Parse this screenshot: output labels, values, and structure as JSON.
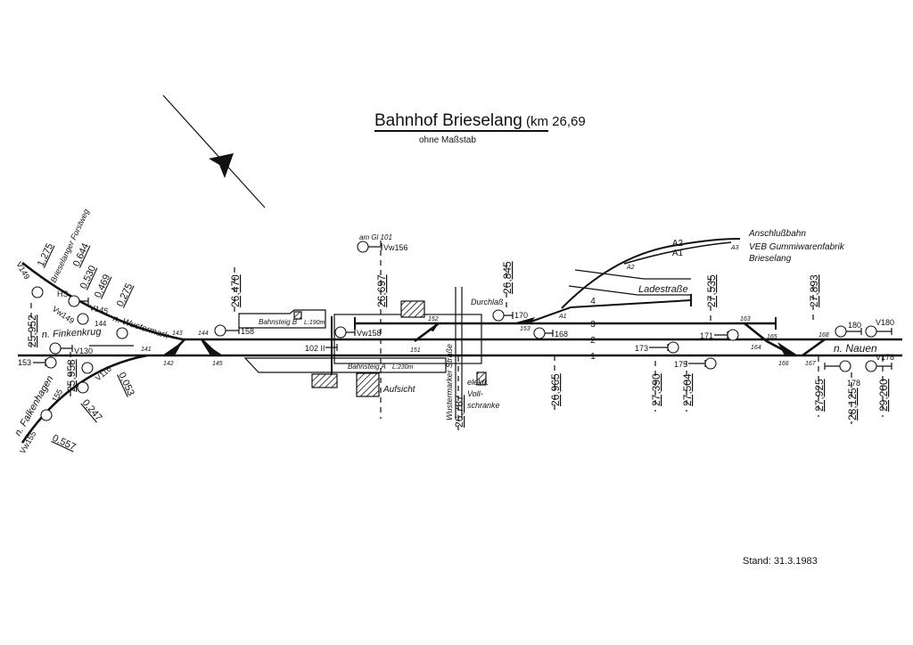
{
  "title": {
    "main": "Bahnhof Brieselang",
    "km": "(km 26,69",
    "subtitle": "ohne Maßstab",
    "stand": "Stand: 31.3.1983"
  },
  "directions": {
    "wustermark": "n. Wustermark",
    "finkenkrug": "n. Finkenkrug",
    "falkenhagen": "n. Falkenhagen",
    "nauen": "n. Nauen",
    "forstweg": "Brieselanger Forstweg"
  },
  "places": {
    "bahnsteig_b": "Bahnsteig B",
    "length_b": "L:190m",
    "bahnsteig_a": "Bahnsteig A",
    "length_a": "L:230m",
    "aufsicht": "Aufsicht",
    "strasse": "Wustermarker Straße",
    "durchlass": "Durchlaß",
    "schranke1": "elektr.",
    "schranke2": "Voll-",
    "schranke3": "schranke",
    "ladestrasse": "Ladestraße",
    "anschluss1": "Anschlußbahn",
    "anschluss2": "VEB Gummiwarenfabrik",
    "anschluss3": "Brieselang",
    "am_gleis": "am Gl 101"
  },
  "tracks": [
    "1",
    "2",
    "3",
    "4",
    "A1",
    "A2"
  ],
  "km_markers": [
    "25,952",
    "25,958",
    "26,470",
    "26,697",
    "26,845",
    "26,787",
    "26,965",
    "27,390",
    "27,504",
    "27,535",
    "27,893",
    "27,925",
    "28,125",
    "29,200"
  ],
  "branch_km": [
    "1,275",
    "0,644",
    "0,530",
    "0,469",
    "0,275",
    "0,053",
    "0,247",
    "0,557"
  ],
  "signals": [
    "V149",
    "HS",
    "V145",
    "Vw149",
    "144",
    "V130",
    "153",
    "V116",
    "155",
    "Vw155",
    "158",
    "Vw158",
    "Vw156",
    "102 II",
    "170",
    "168",
    "171",
    "173",
    "175",
    "180",
    "V180",
    "178",
    "V178"
  ],
  "switches": [
    "141",
    "142",
    "143",
    "144",
    "145",
    "151",
    "152",
    "153",
    "163",
    "164",
    "165",
    "166",
    "167",
    "168",
    "A1",
    "A2",
    "A3"
  ]
}
